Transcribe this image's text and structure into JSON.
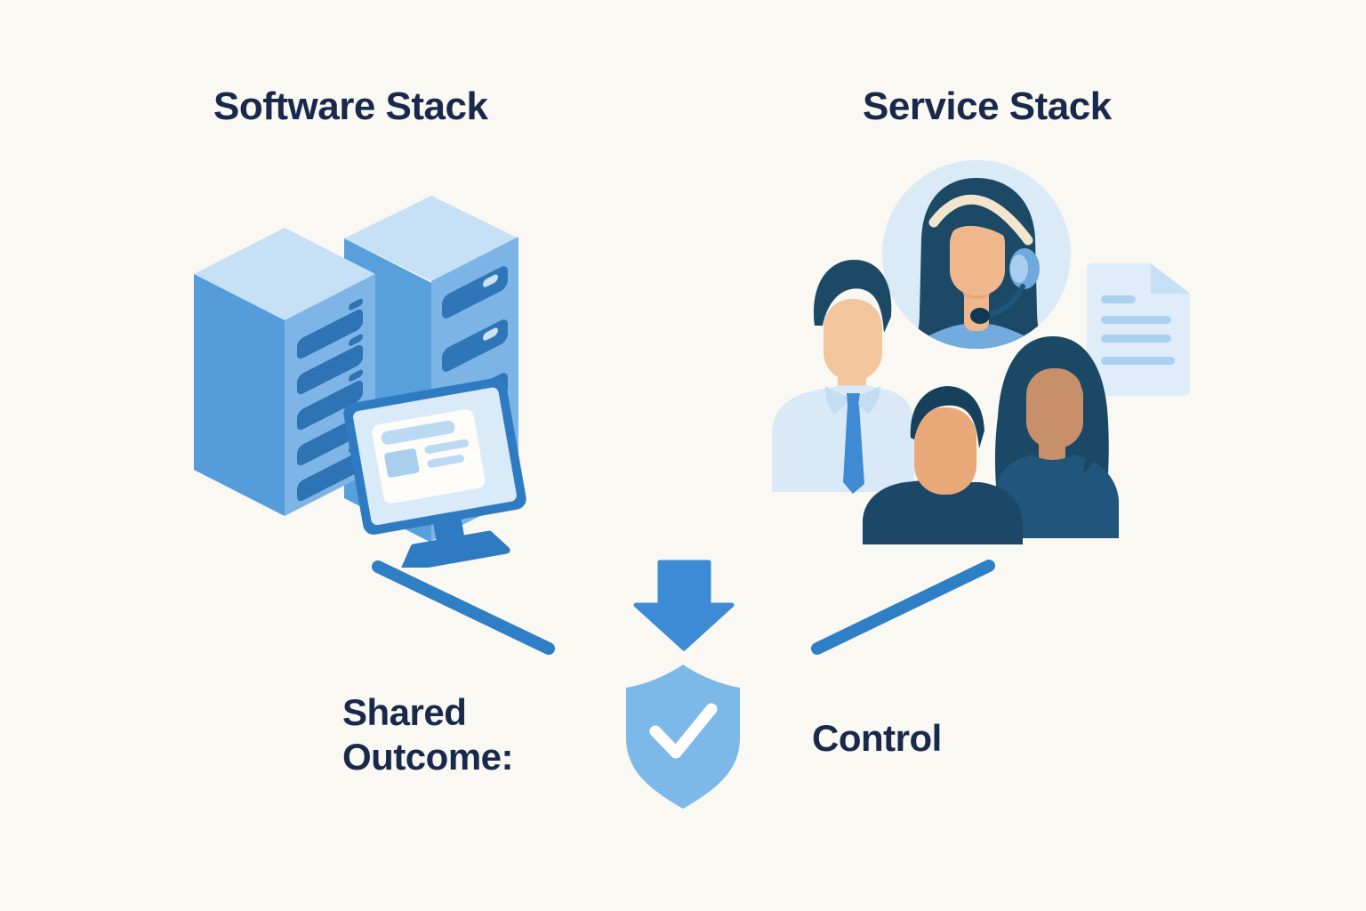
{
  "page": {
    "background_color": "#FAF8F2"
  },
  "left_section": {
    "title": "Software Stack"
  },
  "right_section": {
    "title": "Service Stack"
  },
  "convergence": {
    "left_line_color": "#2E7FC6",
    "right_line_color": "#2E7FC6",
    "arrow_color": "#3E8BD5"
  },
  "outcome": {
    "label": "Shared\nOutcome:",
    "result": "Control",
    "shield_color": "#7CB8E8",
    "check_color": "#FFFFFF"
  },
  "icons": [
    "server-tower-icon",
    "monitor-icon",
    "support-agent-icon",
    "person-male-icon",
    "person-center-icon",
    "person-female-icon",
    "document-icon",
    "down-arrow-icon",
    "shield-check-icon"
  ],
  "palette": {
    "title_text": "#19294B",
    "server_top": "#C6E1F5",
    "server_left_face": "#549CDA",
    "server_front_face": "#7FB5E6",
    "server_slot": "#2E74B4",
    "slot_pill_light": "#C9E2F6",
    "monitor_frame": "#2F7BC2",
    "monitor_screen": "#D9EAF8",
    "monitor_card": "#FDFCF8",
    "monitor_card_accent": "#BBD9F2",
    "avatar_circle": "#DBEAF7",
    "hair_navy": "#1C4966",
    "hair_dark": "#16405C",
    "skin_peach": "#F0B68C",
    "skin_light": "#F3C59C",
    "skin_tan": "#E8A878",
    "skin_brown": "#C8906A",
    "shirt_agent_blue": "#74ABDF",
    "shirt_light": "#D9E9F7",
    "collar_light": "#C3DEF3",
    "shirt_navy": "#1C4766",
    "shirt_steel": "#20567B",
    "tie_blue": "#3E8AD3",
    "headband_cream": "#F3E5CD",
    "earpiece_blue": "#6FA9DE",
    "document_page": "#DEEDF9",
    "document_fold": "#C5E0F4",
    "document_line": "#ABD1F0"
  }
}
